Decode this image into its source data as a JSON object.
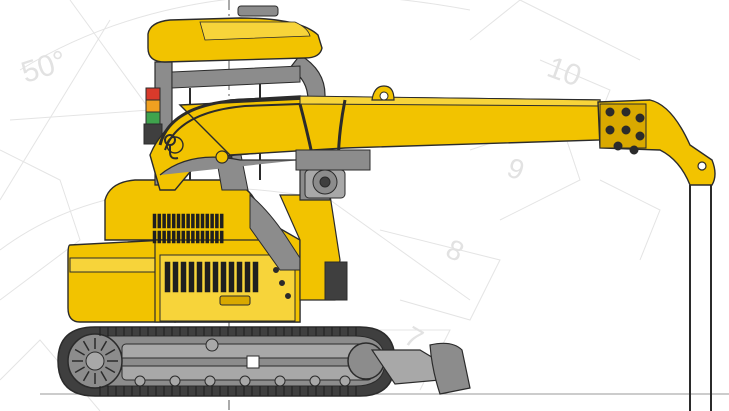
{
  "colors": {
    "body_yellow": "#f2c300",
    "body_yellow_light": "#f7d43a",
    "body_yellow_shade": "#d9a900",
    "outline": "#2b2b2b",
    "steel_gray": "#8c8c8c",
    "steel_gray_light": "#a8a8a8",
    "track_dark": "#3f3f3f",
    "grid_line": "#e4e4e4",
    "scale_label": "#e2e2e2",
    "beacon_red": "#d93a2b",
    "beacon_amber": "#f0a020",
    "beacon_green": "#3fa34d"
  },
  "scale_labels": {
    "angle": "50°",
    "ten": "10",
    "nine": "9",
    "eight": "8",
    "seven": "7"
  },
  "icons": {
    "beacon": "warning-beacon-icon",
    "hook": "crane-hook-icon",
    "winch": "winch-icon"
  }
}
